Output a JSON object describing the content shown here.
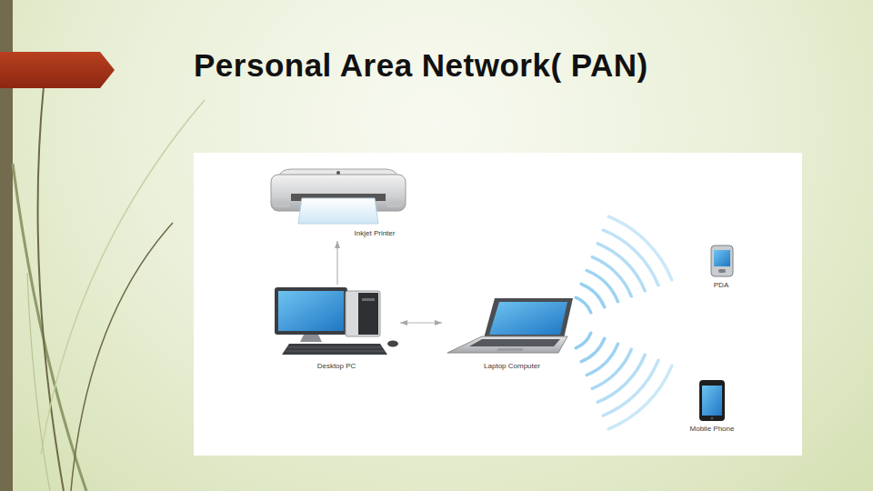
{
  "diagram": {
    "title": "Personal Area Network( PAN)",
    "nodes": [
      {
        "text": [
          "Inkjet Printer"
        ]
      },
      {
        "text": [
          "PDA"
        ]
      },
      {
        "text": [
          "Desktop PC"
        ]
      },
      {
        "text": [
          "Laptop Computer"
        ]
      },
      {
        "text": [
          "Mobile Phone"
        ]
      }
    ],
    "edges": [
      {
        "from": 2,
        "to": 0,
        "arrow": "to"
      },
      {
        "from": 2,
        "to": 3,
        "arrow": "both"
      }
    ]
  }
}
